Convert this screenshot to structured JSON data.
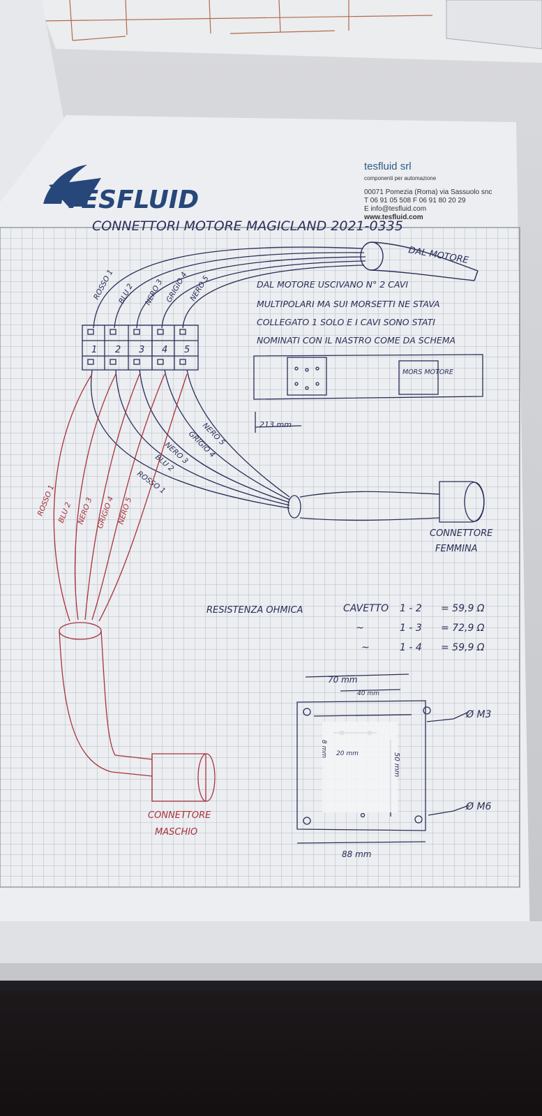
{
  "letterhead": {
    "logo_text": "TESFLUID",
    "company_name": "tesfluid srl",
    "company_tagline": "componenti per automazione",
    "address": "00071 Pomezia (Roma) via Sassuolo snc",
    "phone_fax": "T 06 91 05 508  F 06 91 80 20 29",
    "email": "E info@tesfluid.com",
    "website": "www.tesfluid.com"
  },
  "sheet": {
    "title": "CONNETTORI MOTORE MAGICLAND 2021-0335",
    "from_motor_label": "DAL MOTORE",
    "note_lines": [
      "DAL MOTORE USCIVANO N° 2 CAVI",
      "MULTIPOLARI MA SUI MORSETTI NE STAVA",
      "COLLEGATO 1 SOLO E I CAVI SONO STATI",
      "NOMINATI CON IL NASTRO COME DA SCHEMA"
    ],
    "panel_label": "MORS MOTORE",
    "panel_dimension": "213 mm",
    "terminal_numbers": [
      "1",
      "2",
      "3",
      "4",
      "5"
    ],
    "top_wire_labels": [
      "ROSSO 1",
      "BLU 2",
      "NERO 3",
      "GRIGIO 4",
      "NERO 5"
    ],
    "female_wire_labels": [
      "NERO 5",
      "GRIGIO 4",
      "NERO 3",
      "BLU 2",
      "ROSSO 1"
    ],
    "male_wire_labels": [
      "ROSSO 1",
      "BLU 2",
      "NERO 3",
      "GRIGIO 4",
      "NERO 5"
    ],
    "female_connector_label_1": "CONNETTORE",
    "female_connector_label_2": "FEMMINA",
    "male_connector_label_1": "CONNETTORE",
    "male_connector_label_2": "MASCHIO",
    "resistance": {
      "heading": "RESISTENZA OHMICA",
      "rows": [
        {
          "prefix": "CAVETTO",
          "pair": "1 - 2",
          "value": "= 59,9 Ω"
        },
        {
          "prefix": "~",
          "pair": "1 - 3",
          "value": "= 72,9 Ω"
        },
        {
          "prefix": "~",
          "pair": "1 - 4",
          "value": "= 59,9 Ω"
        }
      ]
    },
    "plate": {
      "width_top": "70 mm",
      "hole_spacing": "40 mm",
      "small_dim": "8 mm",
      "inner_dim": "20 mm",
      "height_dim": "50 mm",
      "width_bottom": "88 mm",
      "hole_m3": "Ø M3",
      "hole_m6": "Ø M6"
    }
  },
  "colors": {
    "paper": "#e9ebee",
    "grid": "#9ea6b0",
    "ink_blue": "#2a2e58",
    "ink_red": "#a8323c",
    "brand_blue": "#27477a"
  }
}
